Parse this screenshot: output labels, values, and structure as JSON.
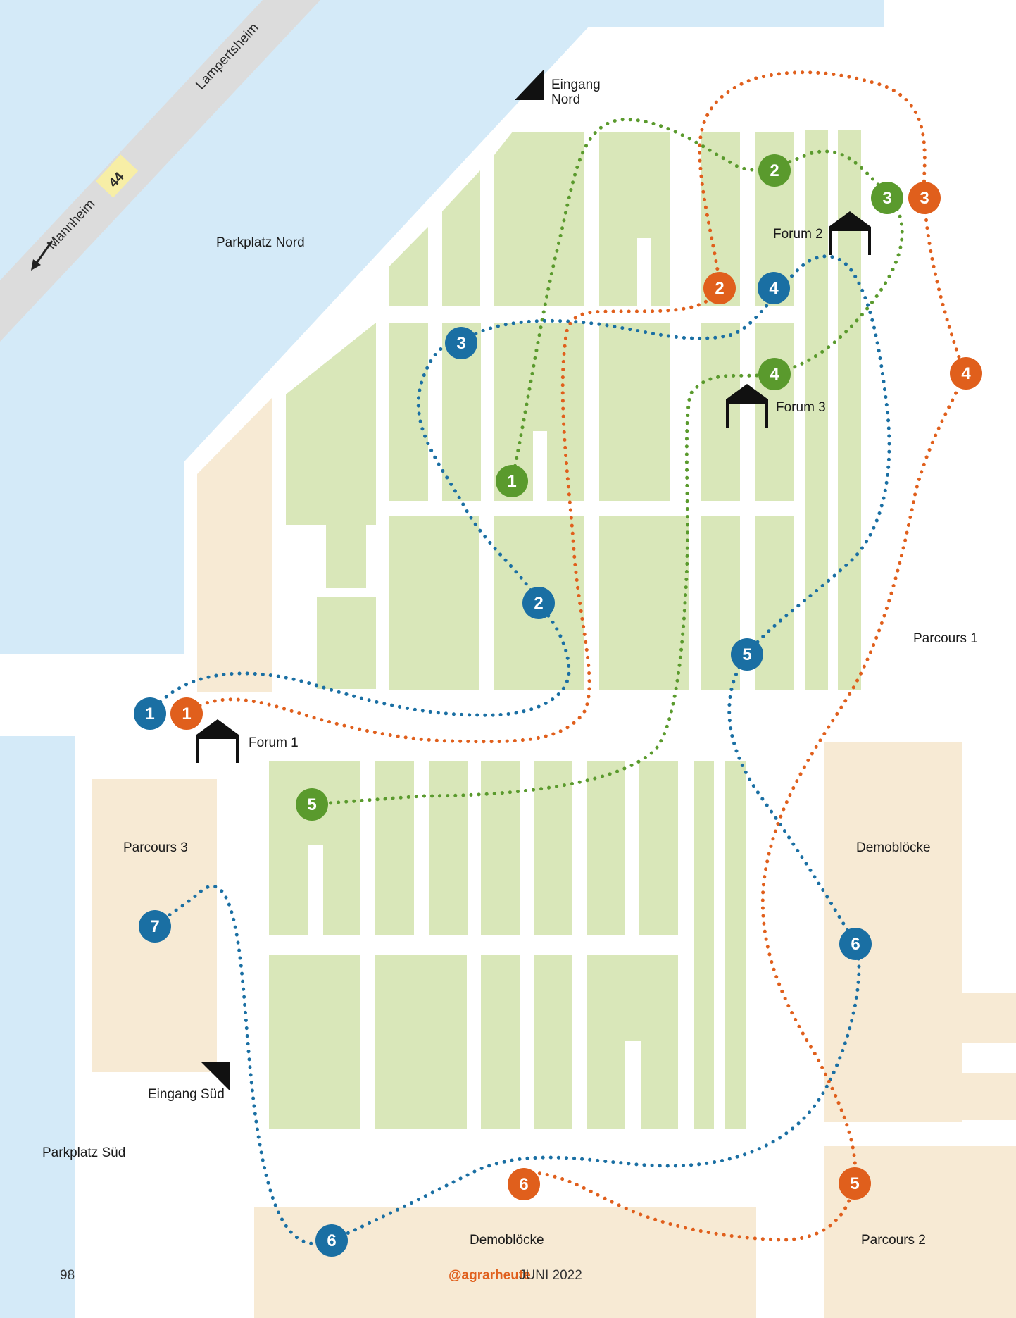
{
  "colors": {
    "water": "#d4eaf8",
    "field": "#d9e7b9",
    "sand": "#f7ead4",
    "road": "#dcdcdc",
    "green_route": "#5a9a2d",
    "blue_route": "#1a6fa3",
    "orange_route": "#e05f1c",
    "brand": "#e05f1c"
  },
  "labels": {
    "road_lampertsheim": "Lampertsheim",
    "road_mannheim": "Mannheim",
    "road_number": "44",
    "parkplatz_nord": "Parkplatz Nord",
    "eingang_nord_1": "Eingang",
    "eingang_nord_2": "Nord",
    "forum2": "Forum 2",
    "forum3": "Forum 3",
    "forum1": "Forum 1",
    "parcours1": "Parcours 1",
    "parcours3": "Parcours 3",
    "parcours2": "Parcours 2",
    "demobloecke_east": "Demoblöcke",
    "demobloecke_south": "Demoblöcke",
    "eingang_sued": "Eingang Süd",
    "parkplatz_sued": "Parkplatz Süd"
  },
  "footer": {
    "page_number": "98",
    "brand_prefix": "@",
    "brand": "agrarheute",
    "issue": "JUNI 2022"
  },
  "icons": {
    "forum": "tent-icon",
    "entrance": "entrance-flag-icon",
    "direction": "arrow-icon"
  },
  "routes": {
    "green": {
      "stops": [
        "1",
        "2",
        "3",
        "4",
        "5"
      ]
    },
    "blue": {
      "stops": [
        "1",
        "2",
        "3",
        "4",
        "5",
        "6",
        "6",
        "7"
      ]
    },
    "orange": {
      "stops": [
        "1",
        "2",
        "3",
        "4",
        "5",
        "6"
      ]
    }
  }
}
